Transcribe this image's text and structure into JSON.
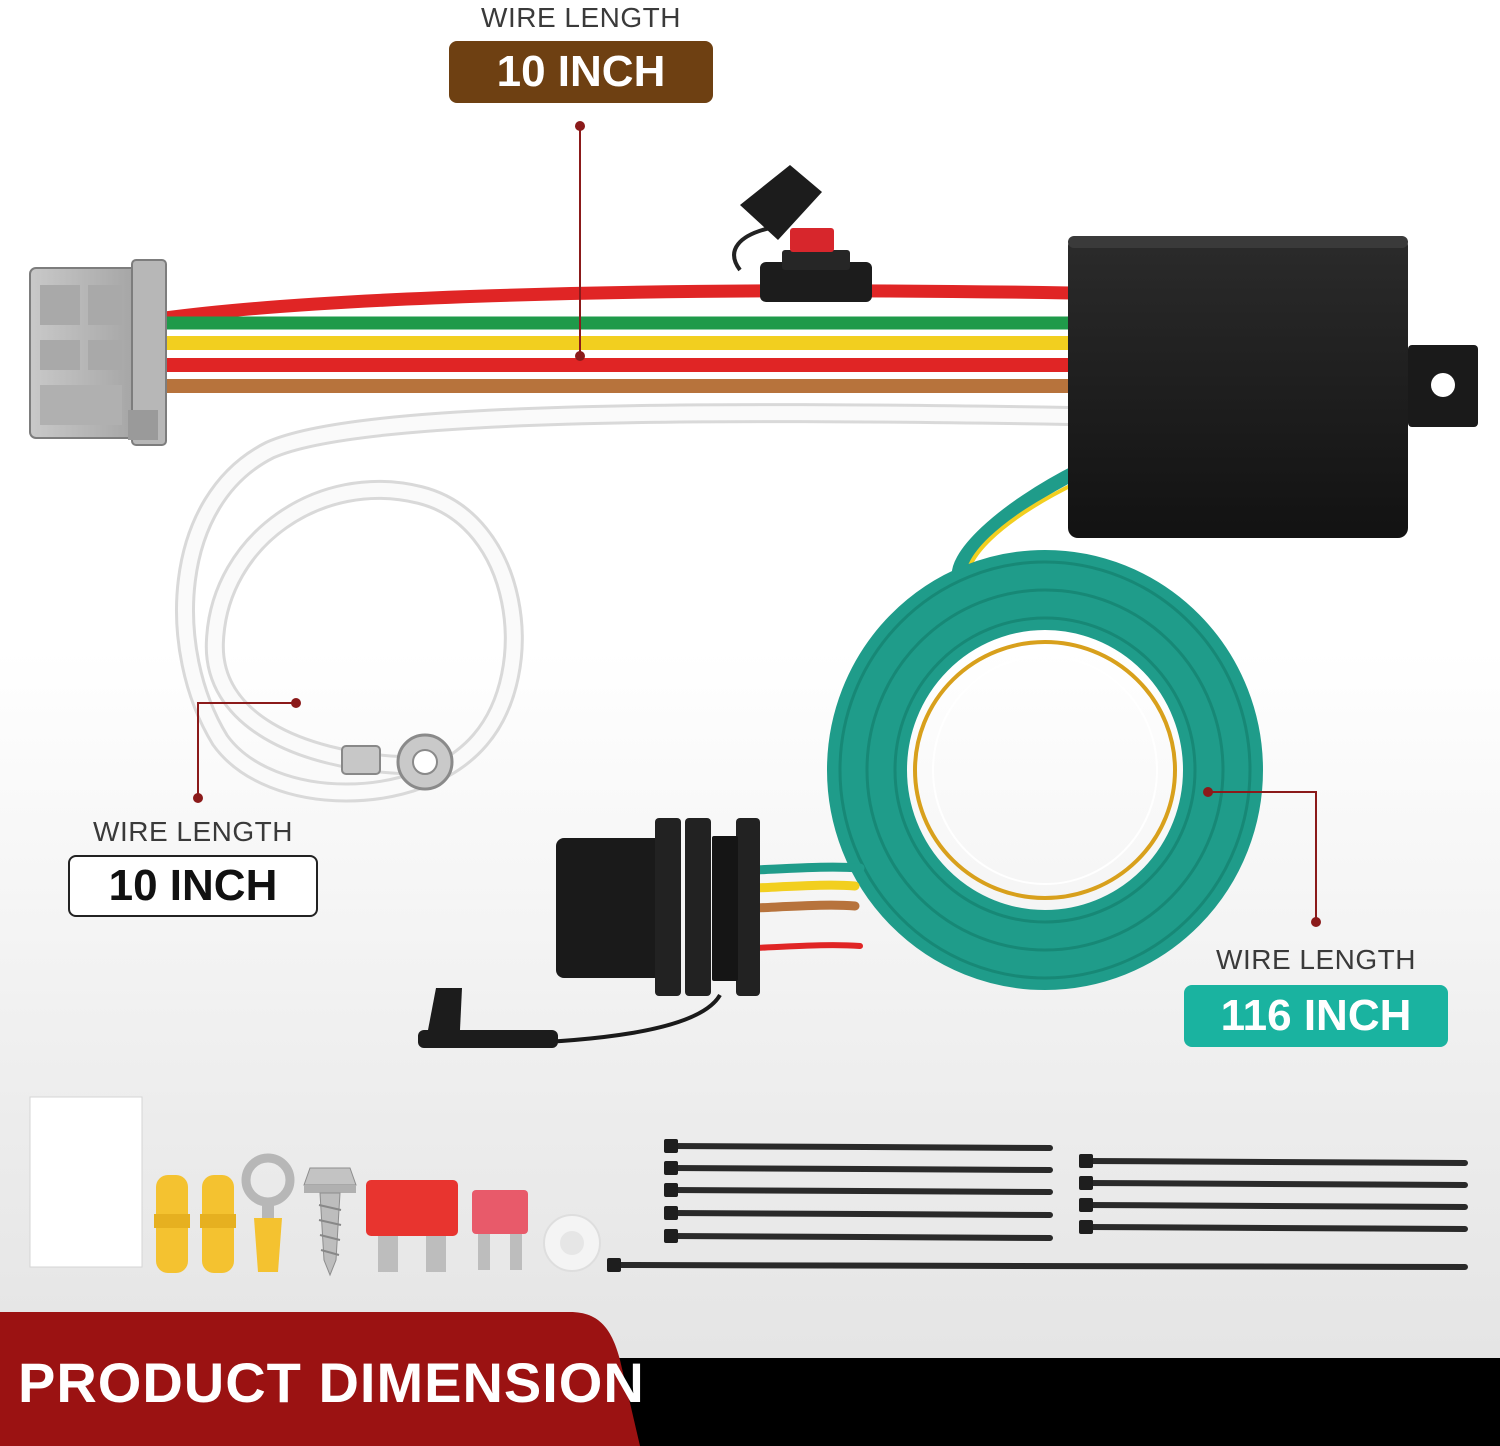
{
  "callouts": [
    {
      "caption": "WIRE LENGTH",
      "value": "10 INCH",
      "color": "#6e4012"
    },
    {
      "caption": "WIRE LENGTH",
      "value": "10 INCH",
      "color": "#ffffff"
    },
    {
      "caption": "WIRE LENGTH",
      "value": "116 INCH",
      "color": "#1ab3a0"
    }
  ],
  "banner": {
    "title": "PRODUCT DIMENSION",
    "accent": "#9b1212"
  },
  "wire_colors": {
    "red": "#e02525",
    "green": "#1f9a4a",
    "yellow": "#f2cf1f",
    "brown": "#b7733c",
    "white": "#f4f4f4",
    "teal": "#1f9c8a"
  }
}
